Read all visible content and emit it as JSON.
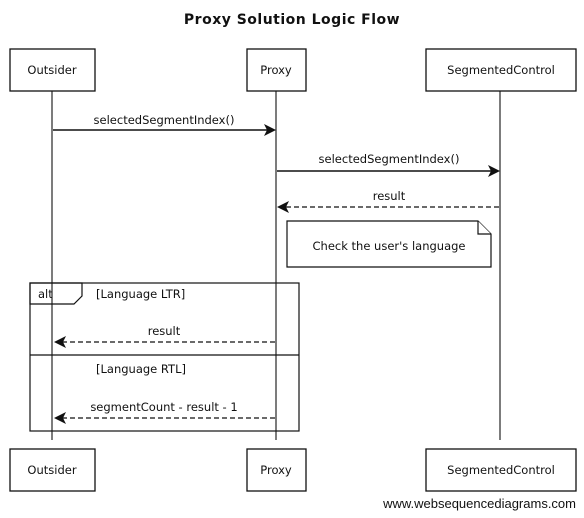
{
  "title": "Proxy Solution Logic Flow",
  "participants": [
    "Outsider",
    "Proxy",
    "SegmentedControl"
  ],
  "messages": [
    {
      "label": "selectedSegmentIndex()"
    },
    {
      "label": "selectedSegmentIndex()"
    },
    {
      "label": "result"
    },
    {
      "label": "result"
    },
    {
      "label": "segmentCount - result - 1"
    }
  ],
  "note": "Check the user's language",
  "alt": {
    "keyword": "alt",
    "branch1": "[Language LTR]",
    "branch2": "[Language RTL]"
  },
  "footer": "www.websequencediagrams.com"
}
